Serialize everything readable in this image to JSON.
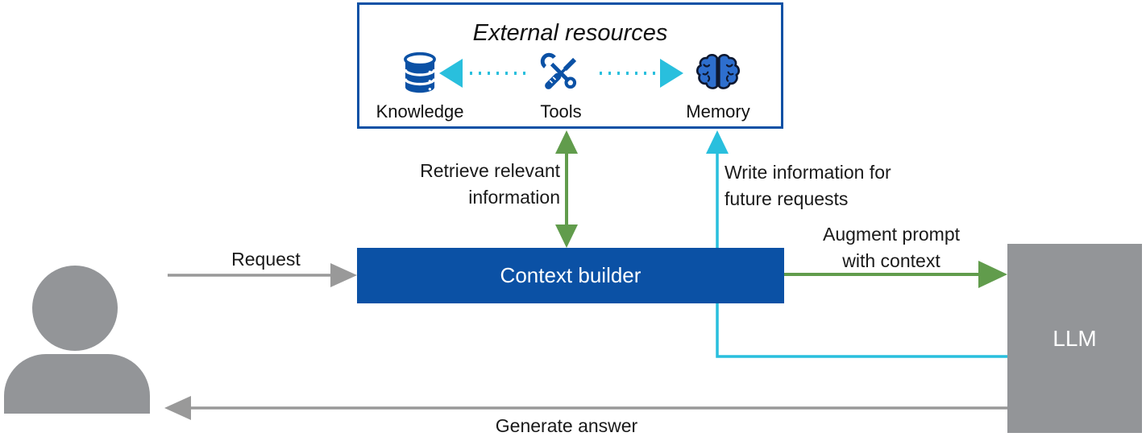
{
  "external_resources": {
    "title": "External resources",
    "items": [
      {
        "label": "Knowledge",
        "icon": "database-icon"
      },
      {
        "label": "Tools",
        "icon": "wrench-screwdriver-icon"
      },
      {
        "label": "Memory",
        "icon": "brain-icon"
      }
    ]
  },
  "nodes": {
    "context_builder_label": "Context builder",
    "llm_label": "LLM",
    "user": "person-icon"
  },
  "edge_labels": {
    "request": "Request",
    "retrieve_line1": "Retrieve relevant",
    "retrieve_line2": "information",
    "write_line1": "Write information for",
    "write_line2": "future requests",
    "augment_line1": "Augment prompt",
    "augment_line2": "with context",
    "generate_answer": "Generate answer"
  },
  "colors": {
    "primary_blue": "#0b51a5",
    "cyan": "#29bfdd",
    "green": "#619c4c",
    "arrow_gray": "#999999",
    "box_gray": "#939598",
    "brain_fill": "#2e6fce",
    "text": "#1a1a1a"
  }
}
